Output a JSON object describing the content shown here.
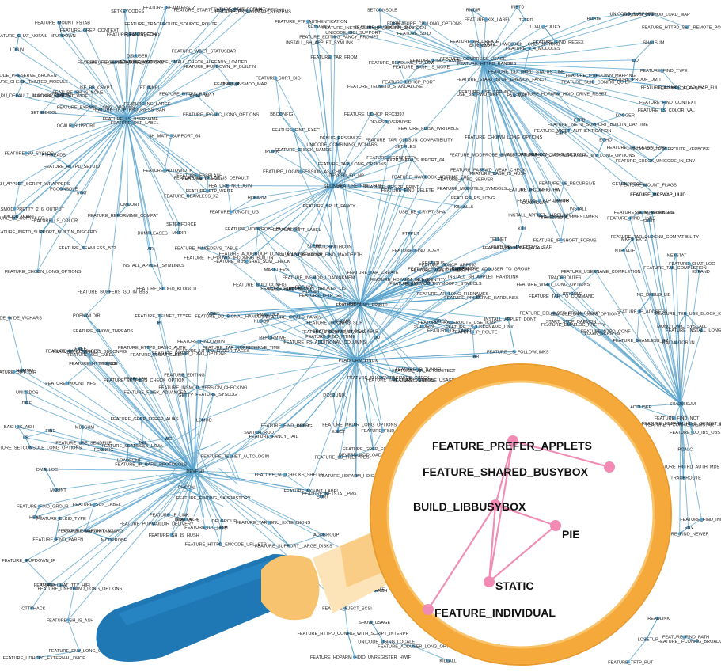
{
  "graph": {
    "edge_color": "#5aa3cc",
    "node_color": "#5aa3cc",
    "label_color": "#222222",
    "hubs": [
      "PLATFORM_LINUX",
      "SELINUX",
      "FEATURE_HTTPD_RANGES",
      "FEATURE_FIND_PRINT0",
      "FEATURE_LS_USERNAME",
      "DEVFSD",
      "SHA256SUM"
    ],
    "nodes": [
      "KILLALL5",
      "KILLALL",
      "KILL",
      "EXPR",
      "EXPR_MATH_SUPPORT_64",
      "FEATURE_POPMAILDIR_DELIVERY",
      "POPMAILDIR",
      "FEATURE_MAKEDEVS_LEAF",
      "FEATURE_MAKEDEVS_TABLE",
      "FEATURE_FTPD_ACCEPT_BROKEN_LIST",
      "FTPD",
      "FEATURE_REFORMIME_COMPAT",
      "REFORMIME",
      "FEATURE_TEE_USE_BLOCK_IO",
      "TEE",
      "INSTALL",
      "FEATURE_START_STOP_DAEMON_FANCY",
      "FEATURE_BASH_IS_NONE",
      "FEATURE_ADDUSER_TO_GROUP",
      "FEATURE_BASH_IS_HUSH",
      "MAKEDEVS",
      "FEATURE_FTP_AUTHENTICATION",
      "FEATURE_HTTPD_PROXY",
      "RMDIR",
      "FEATURE_FTP_WRITE",
      "FEATURE_HTTPD_RANGES",
      "FEATURE_CHECK_NAMES",
      "START_STOP_DAEMON",
      "NOMMU",
      "FEATURE_PS_ADDITIONAL_COLUMNS",
      "FEATURE_PS_LONG",
      "FEATURE_HTTPD_CONFIG_WITH_SCRIPT_INTERPR",
      "FEATURE_HTTPD_BASIC_AUTH",
      "FEATURE_LS_USERNAME",
      "ADDUSER",
      "BASH_IS_ASH",
      "UNEXPAND",
      "FEATURE_IDC_LIBM",
      "FEATURE_INSTALL_LONG_OPTIONS",
      "FEATURE_SETFILES_CHECK_OPTION",
      "FEATURE_SH_IS_ASH",
      "FEATURE_HTTPD_SETUID",
      "ADDGROUP",
      "FEATURE_SH_IS_HUSH",
      "HTTPD",
      "FEATURE_LS_SORTFILES",
      "FEATURE_START_STOP_DAEMON_LONG_OPTIONS",
      "FEATURE_RMDIR_LONG_OPTIONS",
      "FEATURE_LS_USERNAME_LINK",
      "FEATURE_USE_TERMIOS",
      "SETFILES",
      "DC",
      "FEATURE_TELNET_AUTOLOGIN",
      "FEATURE_ADDGROUP_LONG_OPTIONS",
      "SETENFORCE",
      "FEATURE_HTTPD_CGI",
      "FEATURE_HTTPD_AUTH_MD5",
      "FEATURE_LS_TIMESTAMPS",
      "CHOWN",
      "FEATURE_PS_UNUSUAL_SYSTEMS",
      "SESTATUS",
      "FEATURE_SH_IS_NONE",
      "USE_BB_CRYPT",
      "TELNET",
      "FEATURE_TELNET_TTYPE",
      "SELINUXENABLED",
      "FEATURE_UNEXPAND_LONG_OPTIONS",
      "FEATURE_AUTOWIDTH",
      "FEATURE_ADDUSER_LONG_OPTIONS",
      "CHCON",
      "FEATURE_HTTPD_ENCODE_URL_STR",
      "FEATURE_HTTPD_ERROR_PAGES",
      "FEATURE_LS_FOLLOWLINKS",
      "RUNCON",
      "LOAD_POLICY",
      "FEATURE_SHOW_THREADS",
      "MATCHPATHCON",
      "FTPPUT",
      "FTPGET",
      "USE_BB_CRYPT_SHA",
      "READLINK",
      "FEATURE_WGET_TIMEOUT",
      "GETENFORCE",
      "FEATURE_CHCON_LONG_OPTIONS",
      "FEATURE_HTTPD_SET_REMOTE_PORT_TO_ENV",
      "SH_MATH_SUPPORT",
      "FEATURE_DEL_USER_FROM_GROUP",
      "DELGROUP",
      "FEATURE_READLINK_FOLLOW",
      "LS",
      "IPROUTE",
      "IPTUNNEL",
      "FEATURE_LS_RECURSIVE",
      "FEATURE_CHOWN_LONG_OPTIONS",
      "FEATURE_RUNCON_LONG_OPTIONS",
      "SELINUX",
      "FEATURE_FTPGETPUT_LONG_OPTIONS",
      "MKDIR",
      "FEATURE_HUMAN_READABLE",
      "FEATURE_LS_COLOR",
      "RESTORECON",
      "LONG_OPTS",
      "FEATURE_MKDIR_LONG_OPTIONS",
      "FEATURE_UDHCP_PORT",
      "IPROULE",
      "IPADDR",
      "FEATURE_IP_TUNNEL",
      "FEATURE_WGET_LONG_OPTIONS",
      "FEATURE_UDHCPC_EXTERNAL_DHCP",
      "SH_MATH_SUPPORT_64",
      "FEATURE_IPCALC_FANCY",
      "IPCALC",
      "FEATURE_LS_FILETYPES",
      "DU",
      "FEATURE_LS_COLOR_IS_DEFAULT",
      "SETSEBOOL",
      "FEATURE_NTPD_CONF",
      "FEATURE_STAT_FORMAT",
      "FEATURE_ENV_LONG_OPTIONS",
      "ENV",
      "FEATURE_DD_IBS_OBS",
      "USE_BB_PWD_GRP",
      "FEATURE_IP_SHORT_FORMS",
      "FEATURE_IP_ROUTE",
      "FEATURE_IP_ADDRESS",
      "FEATURE_SETCONSOLE_LONG_OPTIONS",
      "FEATURE_EXPAND_LONG_OPTIONS",
      "EXPAND",
      "INSTALL_SH_APPLET_SYMLINK",
      "NO_DEBUG_LIB",
      "IPLINK",
      "FEATURE_HWCLOCK_LONG_OPTIONS",
      "FEATURE_IFUPDOWN_IP",
      "FEATURE_NTPD_SERVER",
      "FEATURE_SHADOWPASSWDS",
      "FEATURE_VERBOSE_USAGE",
      "FEATURE_COMPRESS_USAGE",
      "FEATURE_IP_RULE",
      "LOCALE_SUPPORT",
      "STAT",
      "FEATURE_IFUPDOWN_MAPPING",
      "FEATURE_EJECT_SCSI",
      "DMALLOC",
      "INSTALL_SH_APPLET_HARDLINK",
      "FEATURE_DU_DEFAULT_BLOCKSIZE_1K",
      "FEATURE_IP_RARE_PROTOCOLS",
      "IP",
      "FEATURE_IP_LINK",
      "INSTALL_SH_APPLET_SCRIPT_WRAPPERS",
      "FEATURE_IFUPDOWN_IFCONFIG_BUILTIN",
      "OPENVT",
      "IFUPDOWN",
      "DD",
      "SHOW_USAGE",
      "FEATURE_WGET_AUTHENTICATION",
      "PTHREADS",
      "FEATURE_IFUPDOWN_IP_BUILTIN",
      "SWITCH_ROOT",
      "F2FORMAT",
      "EJECT",
      "FEATURE_IFUPDOWN_IPV4",
      "KLOGD",
      "EFENCE",
      "FEATURE_DD_SIGNAL_HANDLING",
      "FEATURE_DMALLOC_PRETTY",
      "FEATURE_SUPPORT_LARGE_DISKS",
      "MONOTONIC_SYSCALL",
      "READAHEAD",
      "LOSETUP",
      "FEATURE_DF_FANCY",
      "WGET",
      "FEATURE_WGET_STATUSBAR",
      "SETKEYCODES",
      "DUMPKMAP",
      "FEATURE_IFUPDOWN_IPV6",
      "NETSTAT",
      "FEATURE_KLOGD_KLOGCTL",
      "INSTALL_APPLET_SYMLINKS",
      "INSTALL_APPLET_DONT",
      "INSTALL_APPLET_HARDLINKS",
      "FEATURE_DD_THIRD_STATUS_LINE",
      "FEATURE_HWCLOCK_ADJTIME_FHS",
      "SHOWKEY",
      "RAIDAUTORUN",
      "FEATURE_NETSTAT_PRG",
      "FEATURE_SUID",
      "FEATURE_LS_COLOR_VAL",
      "FEATURE_IFCONFIG_HW",
      "FEATURE_SORT_BIG",
      "HWCLOCK",
      "SETCONSOLE",
      "RDATE",
      "FEATURE_CP_LONG_OPTIONS",
      "FEATURE_MODPROBE_BLACKLIST",
      "FEATURE_FIND_PRINT0",
      "FEATURE_NETSTAT_WIDE",
      "FEATURE_BLKID_TYPE",
      "FEATURE_TFTP_GET",
      "TFTP",
      "FEATURE_TFTP_BLOCKSIZE",
      "FEATURE_FDISK_WRITABLE",
      "FEATURE_DF_LABEL",
      "FDISK",
      "FEATURE_TUNCTL_UG",
      "FEATURE_MV_LONG_OPTIONS",
      "FBSPLASH",
      "MODPROBE",
      "FEATURE_USE_SENDFILE",
      "FEATURE_HDPARM_HDIO_DRIVE_RESET",
      "FEATURE_HDPARM_GET_IDENTITY",
      "TFTPD",
      "FEATURE_TFTP_PUT",
      "FEATURE_TFTP_DEBUG",
      "FEATURE_TFTP_PROGRESS_BAR",
      "FEATURE_MKSWAP_UUID",
      "MKFS_EXT2",
      "FEATURE_MODPROBE_SMALL_OPTIONS_ON_CMDLINE",
      "LSMOD",
      "DEPMOD",
      "FEATURE_INSMOD_LOADINKMEM",
      "FEATURE_FBSPLASH",
      "FEATURE_INSMOD_MAP",
      "FEATURE_HDPARM_HDIO_SCAN_HWIF",
      "FEATURE_LSMOD_PRETTY_2_6_OUTPUT",
      "FEATURE_HDPARM_HDIO_UNREGISTER_HWIF",
      "FEATURE_SEAMLESS_LZMA",
      "FEATURE_IFCONFIG_SLIP",
      "FEATURE_IFCONFIG_BROADCAST_PLUS",
      "FEATURE_INSMOD_LOAD_MAP",
      "FEATURE_INSMOD_LOAD_MAP_FULL",
      "HDPARM",
      "FEATURE_HDPARM_HDIO_GETSET_DMA",
      "DUMPLEASES",
      "FEATURE_UDHCP_ARPING",
      "FEATURE_UDHCP_RFC3397",
      "FEATURE_IFCONFIG_MEMSTART_IOADDR_IRQ",
      "FEATURE_IFCONFIG_STATUS",
      "IFCONFIG",
      "SLATTACH",
      "FEATURE_2_4_MODULES",
      "PLATFORM_LINUX",
      "FEATURE_INSMOD_VERSION_CHECKING",
      "FEATURE_INSMOD_KSYMOOPS_SYMBOLS",
      "FEATURE_FANCY_SLEEP",
      "SLEEP",
      "FEATURE_FLOAT_SLEEP",
      "SHA256SUM",
      "SHA1SUM",
      "MD5SUM",
      "SHA512SUM",
      "FEATURE_MD5_SHA1_SUM_CHECK",
      "FEATURE_SUID_CONFIG",
      "FEATURE_SUID_CONFIG_QUIET",
      "FEATURE_CHECK_UNICODE_IN_ENV",
      "UNICODE_USING_LOCALE",
      "NTPDATE",
      "FEATURE_MODPROBE_SMALL_CHECK_ALREADY_LOADED",
      "LSATTR",
      "CHATTR",
      "FEATURE_MODUTILS_ALIAS",
      "FEATURE_MODUTILS_SYMBOLS",
      "FEATURE_TRACEROUTE_VERBOSE",
      "FEATURE_TRACEROUTE_USE_ICMP",
      "FEATURE_TRACEROUTE_SOURCE_ROUTE",
      "TRACEROUTE",
      "TRACEROUTE6",
      "SETARCH",
      "UNICODE_SUPPORT",
      "UNICODE_WIDE_WCHARS",
      "UNICODE_BIDI_SUPPORT",
      "FEATURE_SECURETTY",
      "FEATURE_SWAPON_DISCARD",
      "FEATURE_COMPRESS_BBCONFIG",
      "BBCONFIG",
      "FEATURE_SU_CHECKS_SHELLS",
      "FEATURE_SU_SYSLOG",
      "DEVFSD_FG_NP",
      "DEVFSD",
      "DEVFSD_MODLOAD",
      "DEVFSD_VERBOSE",
      "GETTY",
      "SULOGIN",
      "FEATURE_NOLOGIN",
      "FEATURE_SYSLOG",
      "LOGGER",
      "FEATURE_SHADOWPASSWDS_CHECK",
      "FREE",
      "CTTYHACK",
      "FGCONSOLE",
      "IONICE",
      "ETHER_WAKE",
      "RUN_PARTS",
      "LOADFONT",
      "FEATURE_PROOF_OMIT",
      "DOS2UNIX",
      "UNIX2DOS",
      "FAKEIDENTD",
      "PASSWD",
      "FEATURE_INETD_SUPPORT_BUILTIN_DISCARD",
      "FEATURE_INETD_SUPPORT_BUILTIN_DAYTIME",
      "FEATURE_INETD_SUPPORT_BUILTIN_CHARGEN",
      "FEATURE_TELNETD_STANDALONE",
      "UNICODE_PRESERVE_BROKEN",
      "UNICODE_COMBINING_WCHARS",
      "INETD",
      "LOGIN",
      "FEATURE_MOUNT_NFS",
      "FEATURE_MOUNT_LABEL",
      "LOGIN_SCRIPTS",
      "FEATURE_PASSWD_WEAK_CHECK",
      "MOUNT",
      "UMOUNT",
      "FEATURE_UMOUNT_ALL",
      "FEATURE_MOUNT_FLAGS",
      "FEATURE_MOUNT_FSTAB",
      "DEBUG_PESSIMIZE",
      "DEBUG",
      "FEATURE_USERNAME_COMPLETION",
      "FEATURE_TAB_COMPLETION",
      "FEATURE_RESIZE_PRINT",
      "FEATURE_BUFFERS_GO_IN_BSS",
      "FEATURE_EDITING_FANCY_PROMPT",
      "FEATURE_EDITING",
      "FEATURE_CHAT_LOG",
      "FEATURE_EDITING_SAVEHISTORY",
      "FEATURE_FDISK_ADVANCED",
      "FEATURE_FANCY_TAIL",
      "TAIL",
      "ECHO",
      "FEATURE_FANCY_ECHO",
      "FEATURE_SPLIT_FANCY",
      "SPLIT",
      "FEATURE_NC_LARGE",
      "WC",
      "SORT",
      "FEATURE_XIX_LABEL",
      "BLKID",
      "FEATURE_MKSWAP_UUID",
      "FEATURE_IPCALC_LONG_OPTIONS",
      "HEAD",
      "FEATURE_SUN_LABEL",
      "FEATURE_FDISK_BLKSIZE",
      "FEATURE_CHECK_TAINTED_MODULE",
      "FEATURE_OSF_LABEL",
      "FEATURE_SGI_LABEL",
      "FEATURE_GPT_LABEL",
      "FEATURE_IFCONFIG_HW",
      "DELUSER",
      "FEATURE_FIND_MMIN",
      "FEATURE_CHAT_TTY_HIFI",
      "FEATURE_CHAT_NOFAIL",
      "FEATURE_LOGIN_SESSION_AS_CHILD",
      "FEATURE_FIND_INUM",
      "FEATURE_FIND_PATH",
      "FEATURE_FIND_REGEX",
      "FEATURE_FIND_SIZE",
      "FEATURE_FIND_PRUNE",
      "FEATURE_FIND_DELETE",
      "FEATURE_FIND_CONTEXT",
      "FEATURE_FIND_LINKS",
      "FEATURE_FIND_MAXDEPTH",
      "FEATURE_FIND_NEWER",
      "FEATURE_FIND_EXEC",
      "FEATURE_FIND_USER",
      "FEATURE_FIND_GROUP",
      "FEATURE_FIND_NOT",
      "FEATURE_FIND_PAREN",
      "FEATURE_FIND_TYPE",
      "FEATURE_FIND_PERM",
      "FEATURE_FIND_XDEV",
      "FEATURE_FIND_MTIME",
      "FEATURE_GREP_CONTEXT",
      "FEATURE_GREP_FGREP_ALIAS",
      "FEATURE_GREP_EGREP_ALIAS",
      "GREP",
      "FIND",
      "FEATURE_PRESERVE_HARDLINKS",
      "FEATURE_AR_LONG_FILENAMES",
      "FEATURE_AR_CREATE",
      "AR",
      "FEATURE_DIFF_LONG_OPTIONS",
      "DIFF",
      "FEATURE_DIFF_DIR",
      "FEATURE_TAR_LONG_OPTIONS",
      "TAR",
      "FEATURE_TAR_CREATE",
      "FEATURE_TAR_AUTODETECT",
      "FEATURE_TAR_FROM",
      "FEATURE_TAR_OLDGNU_COMPATIBILITY",
      "FEATURE_TAR_OLDSUN_COMPATIBILITY",
      "FEATURE_TAR_GNU_EXTENSIONS",
      "FEATURE_TAR_UNAME_GNAME",
      "FEATURE_TAR_NOPRESERVE_TIME",
      "FEATURE_TAR_TO_COMMAND",
      "FEATURE_SEAMLESS_XZ",
      "FEATURE_SEAMLESS_BZ2",
      "FEATURE_SEAMLESS_GZ",
      "FEATURE_SEAMLESS_Z"
    ]
  },
  "magnifier": {
    "ring_color": "#f5a93a",
    "edge_color": "#f08fb6",
    "node_color": "#f28bb4",
    "label_color": "#111111",
    "nodes": {
      "prefer": "FEATURE_PREFER_APPLETS",
      "shared": "FEATURE_SHARED_BUSYBOX",
      "build": "BUILD_LIBBUSYBOX",
      "pie": "PIE",
      "static": "STATIC",
      "individual": "FEATURE_INDIVIDUAL"
    }
  },
  "handle": {
    "grip_color": "#1f78b4",
    "collar_color": "#f7c36f"
  }
}
